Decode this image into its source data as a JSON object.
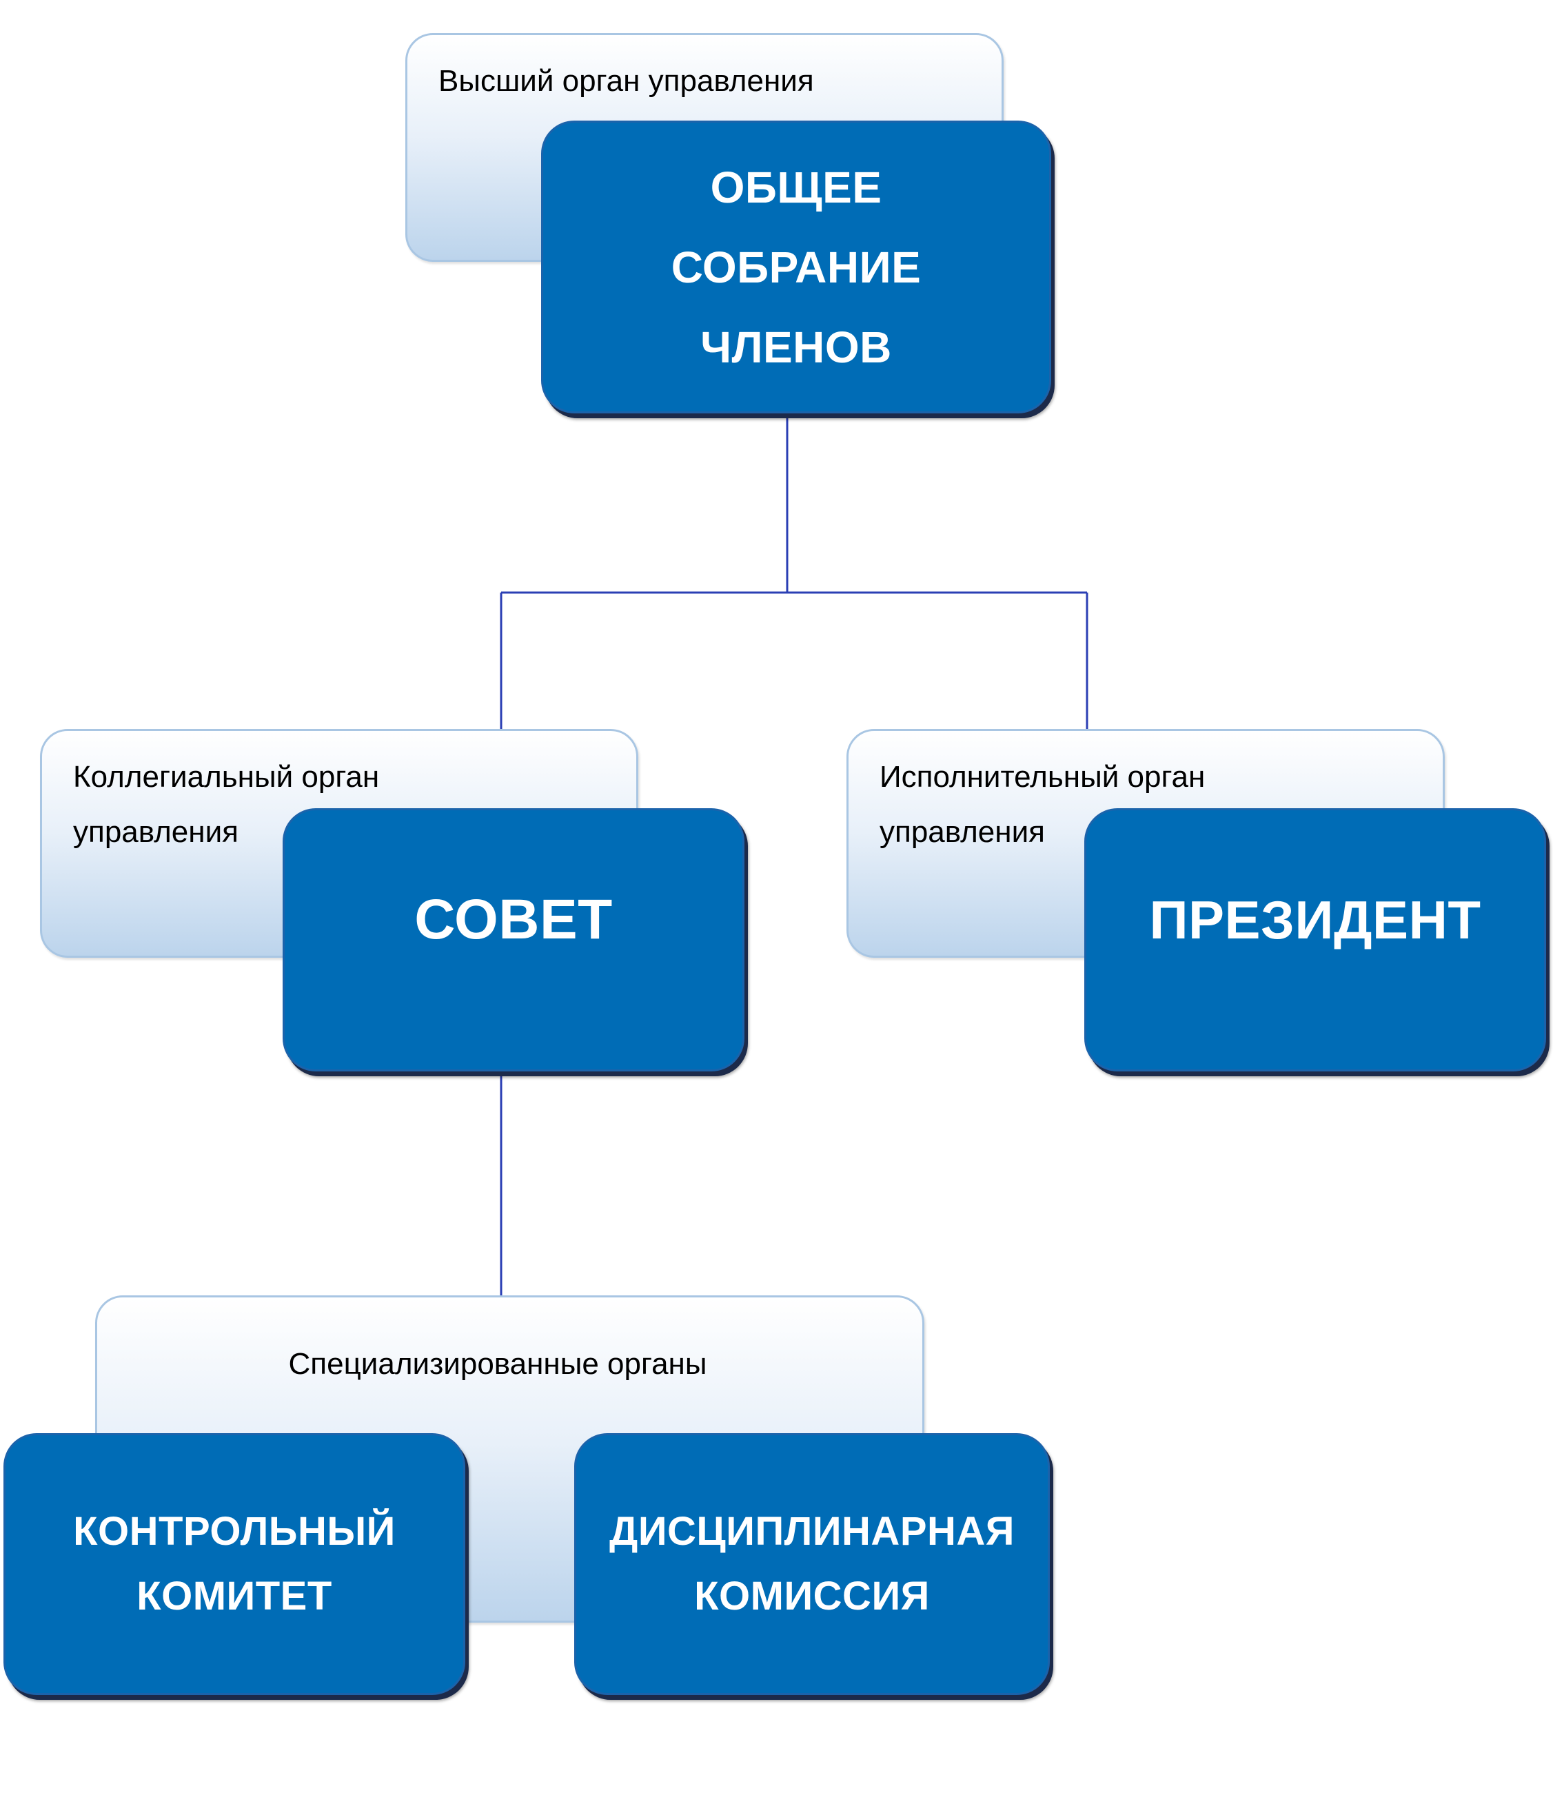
{
  "colors": {
    "box_fill": "#006cb6",
    "box_text": "#ffffff",
    "connector": "#2b3fb4",
    "caption_border": "#a9c6e3"
  },
  "nodes": {
    "general_assembly": {
      "caption": "Высший орган управления",
      "title": "ОБЩЕЕ\nСОБРАНИЕ\nЧЛЕНОВ"
    },
    "council": {
      "caption": "Коллегиальный орган\nуправления",
      "title": "СОВЕТ"
    },
    "president": {
      "caption": "Исполнительный орган\nуправления",
      "title": "ПРЕЗИДЕНТ"
    },
    "specialized": {
      "caption": "Специализированные органы"
    },
    "control_committee": {
      "title": "КОНТРОЛЬНЫЙ\nКОМИТЕТ"
    },
    "disciplinary_commission": {
      "title": "ДИСЦИПЛИНАРНАЯ\nКОМИССИЯ"
    }
  }
}
